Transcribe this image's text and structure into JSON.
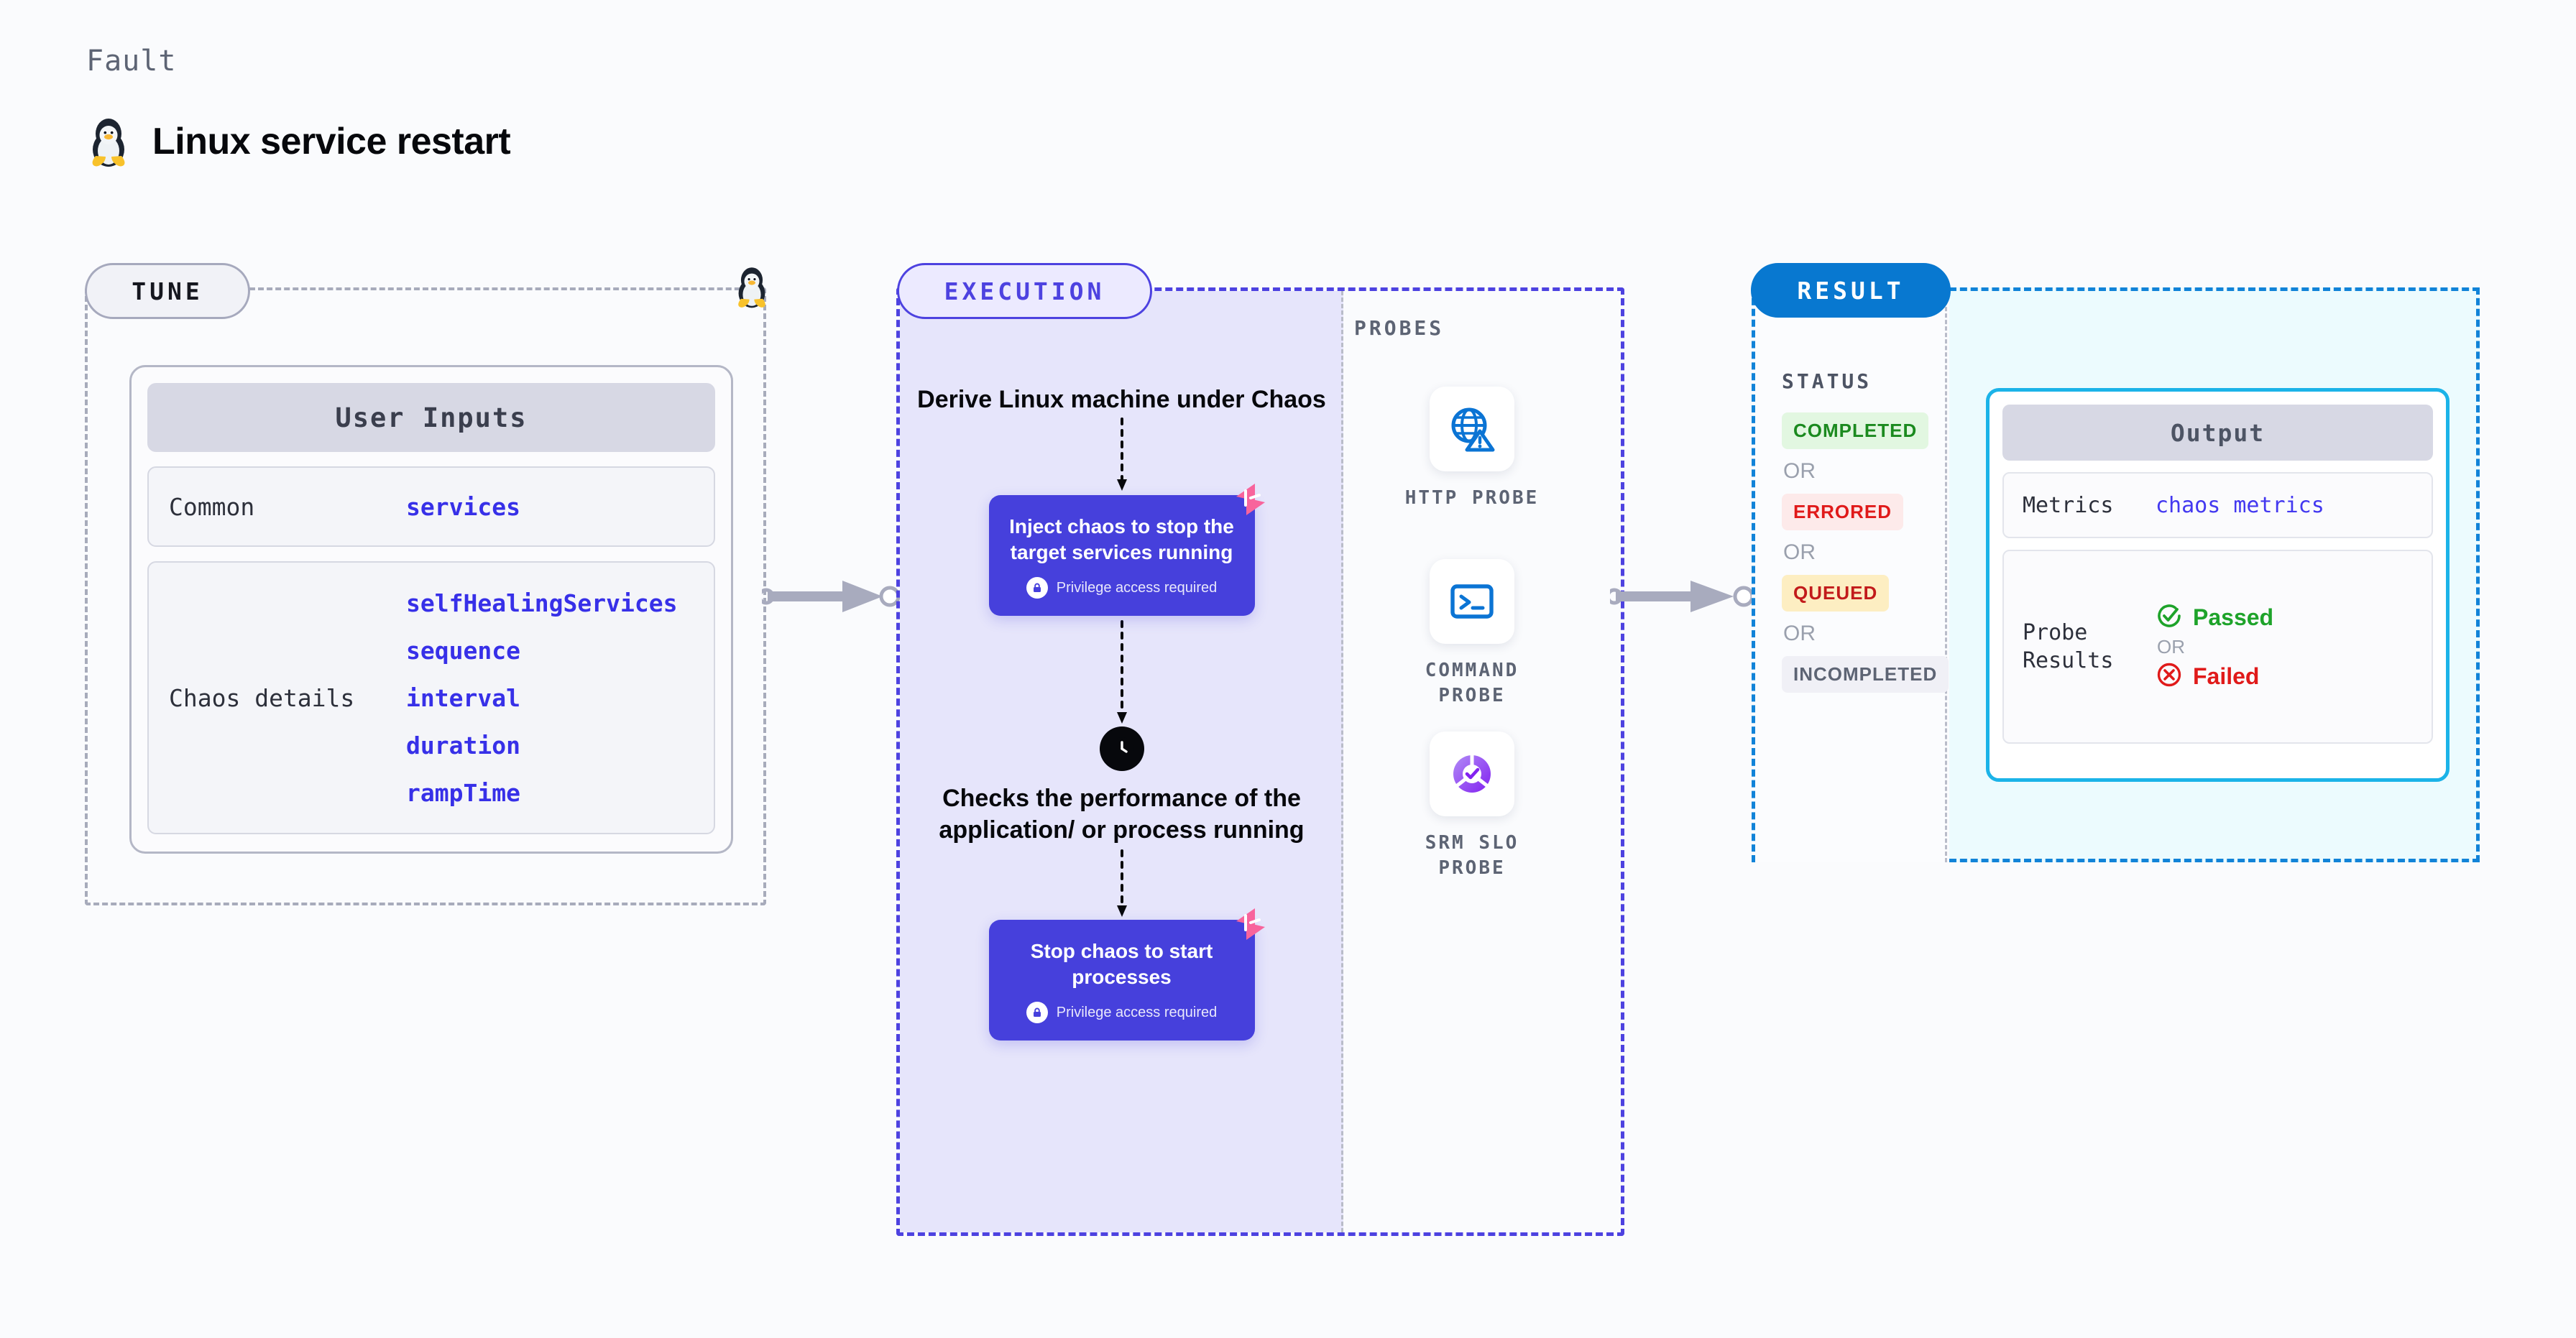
{
  "header": {
    "eyebrow": "Fault",
    "title": "Linux service restart",
    "icon": "tux-penguin-icon"
  },
  "tune": {
    "pill_label": "TUNE",
    "card_header": "User Inputs",
    "rows": [
      {
        "label": "Common",
        "values": [
          "services"
        ]
      },
      {
        "label": "Chaos details",
        "values": [
          "selfHealingServices",
          "sequence",
          "interval",
          "duration",
          "rampTime"
        ]
      }
    ]
  },
  "execution": {
    "pill_label": "EXECUTION",
    "step_title": "Derive Linux machine under Chaos",
    "cards": [
      {
        "title": "Inject chaos to stop the target services running",
        "privilege": "Privilege access required"
      },
      {
        "title": "Stop chaos to start processes",
        "privilege": "Privilege access required"
      }
    ],
    "check_title": "Checks the performance of the application/ or process running"
  },
  "probes": {
    "section_label": "PROBES",
    "items": [
      {
        "name": "HTTP PROBE",
        "icon": "globe-warning-icon"
      },
      {
        "name": "COMMAND PROBE",
        "icon": "terminal-icon"
      },
      {
        "name": "SRM SLO PROBE",
        "icon": "slo-donut-check-icon"
      }
    ]
  },
  "result": {
    "pill_label": "RESULT",
    "status_label": "STATUS",
    "or_label": "OR",
    "statuses": [
      {
        "text": "COMPLETED",
        "bg": "#e2f7e1",
        "fg": "#1b8a1f"
      },
      {
        "text": "ERRORED",
        "bg": "#fdeaea",
        "fg": "#e01a1a"
      },
      {
        "text": "QUEUED",
        "bg": "#fdeec2",
        "fg": "#c21b1b"
      },
      {
        "text": "INCOMPLETED",
        "bg": "#f0f0f6",
        "fg": "#5d6474"
      }
    ],
    "output": {
      "header": "Output",
      "metrics_label": "Metrics",
      "metrics_value": "chaos metrics",
      "probe_label": "Probe Results",
      "passed": "Passed",
      "failed": "Failed",
      "or_label": "OR"
    }
  },
  "colors": {
    "accent_indigo": "#4640dc",
    "accent_blue": "#0878d0",
    "accent_cyan": "#1bb3e8",
    "pink_badge": "#f8649c",
    "link_blue": "#3730e8"
  }
}
